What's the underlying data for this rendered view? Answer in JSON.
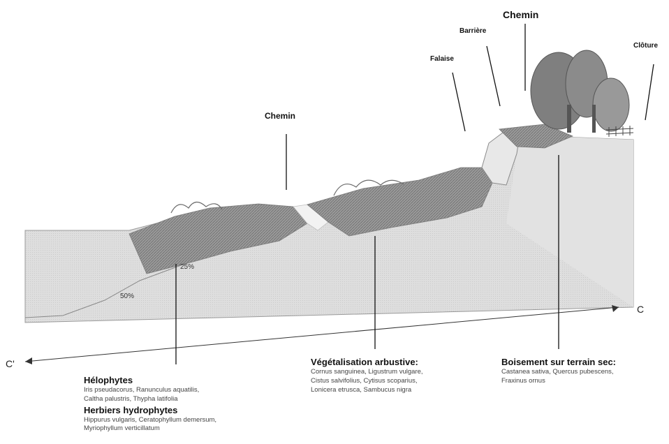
{
  "labels": {
    "chemin_top": "Chemin",
    "barriere": "Barrière",
    "falaise": "Falaise",
    "cloture": "Clôture",
    "chemin_mid": "Chemin"
  },
  "slopes": {
    "p25": "25%",
    "p50": "50%"
  },
  "section": {
    "start": "C'",
    "end": "C"
  },
  "legend": {
    "helophytes": {
      "title": "Hélophytes",
      "species_1": "Iris pseudacorus, Ranunculus aquatilis,",
      "species_2": "Caltha palustris, Thypha latifolia"
    },
    "herbiers": {
      "title": "Herbiers hydrophytes",
      "species_1": "Hippurus vulgaris, Ceratophyllum demersum,",
      "species_2": "Myriophyllum verticillatum"
    },
    "arbustive": {
      "title": "Végétalisation arbustive:",
      "species_1": "Cornus sanguinea, Ligustrum vulgare,",
      "species_2": "Cistus salvifolius, Cytisus scoparius,",
      "species_3": "Lonicera etrusca, Sambucus nigra"
    },
    "boisement": {
      "title": "Boisement sur terrain sec:",
      "species_1": "Castanea sativa, Quercus pubescens,",
      "species_2": "Fraxinus ornus"
    }
  },
  "colors": {
    "block_front": "#dcdcdc",
    "block_side": "#c9c9c9",
    "vegetation": "#8c8c8c",
    "ground_hatch": "#b5b5b5",
    "pointer": "#111111"
  }
}
